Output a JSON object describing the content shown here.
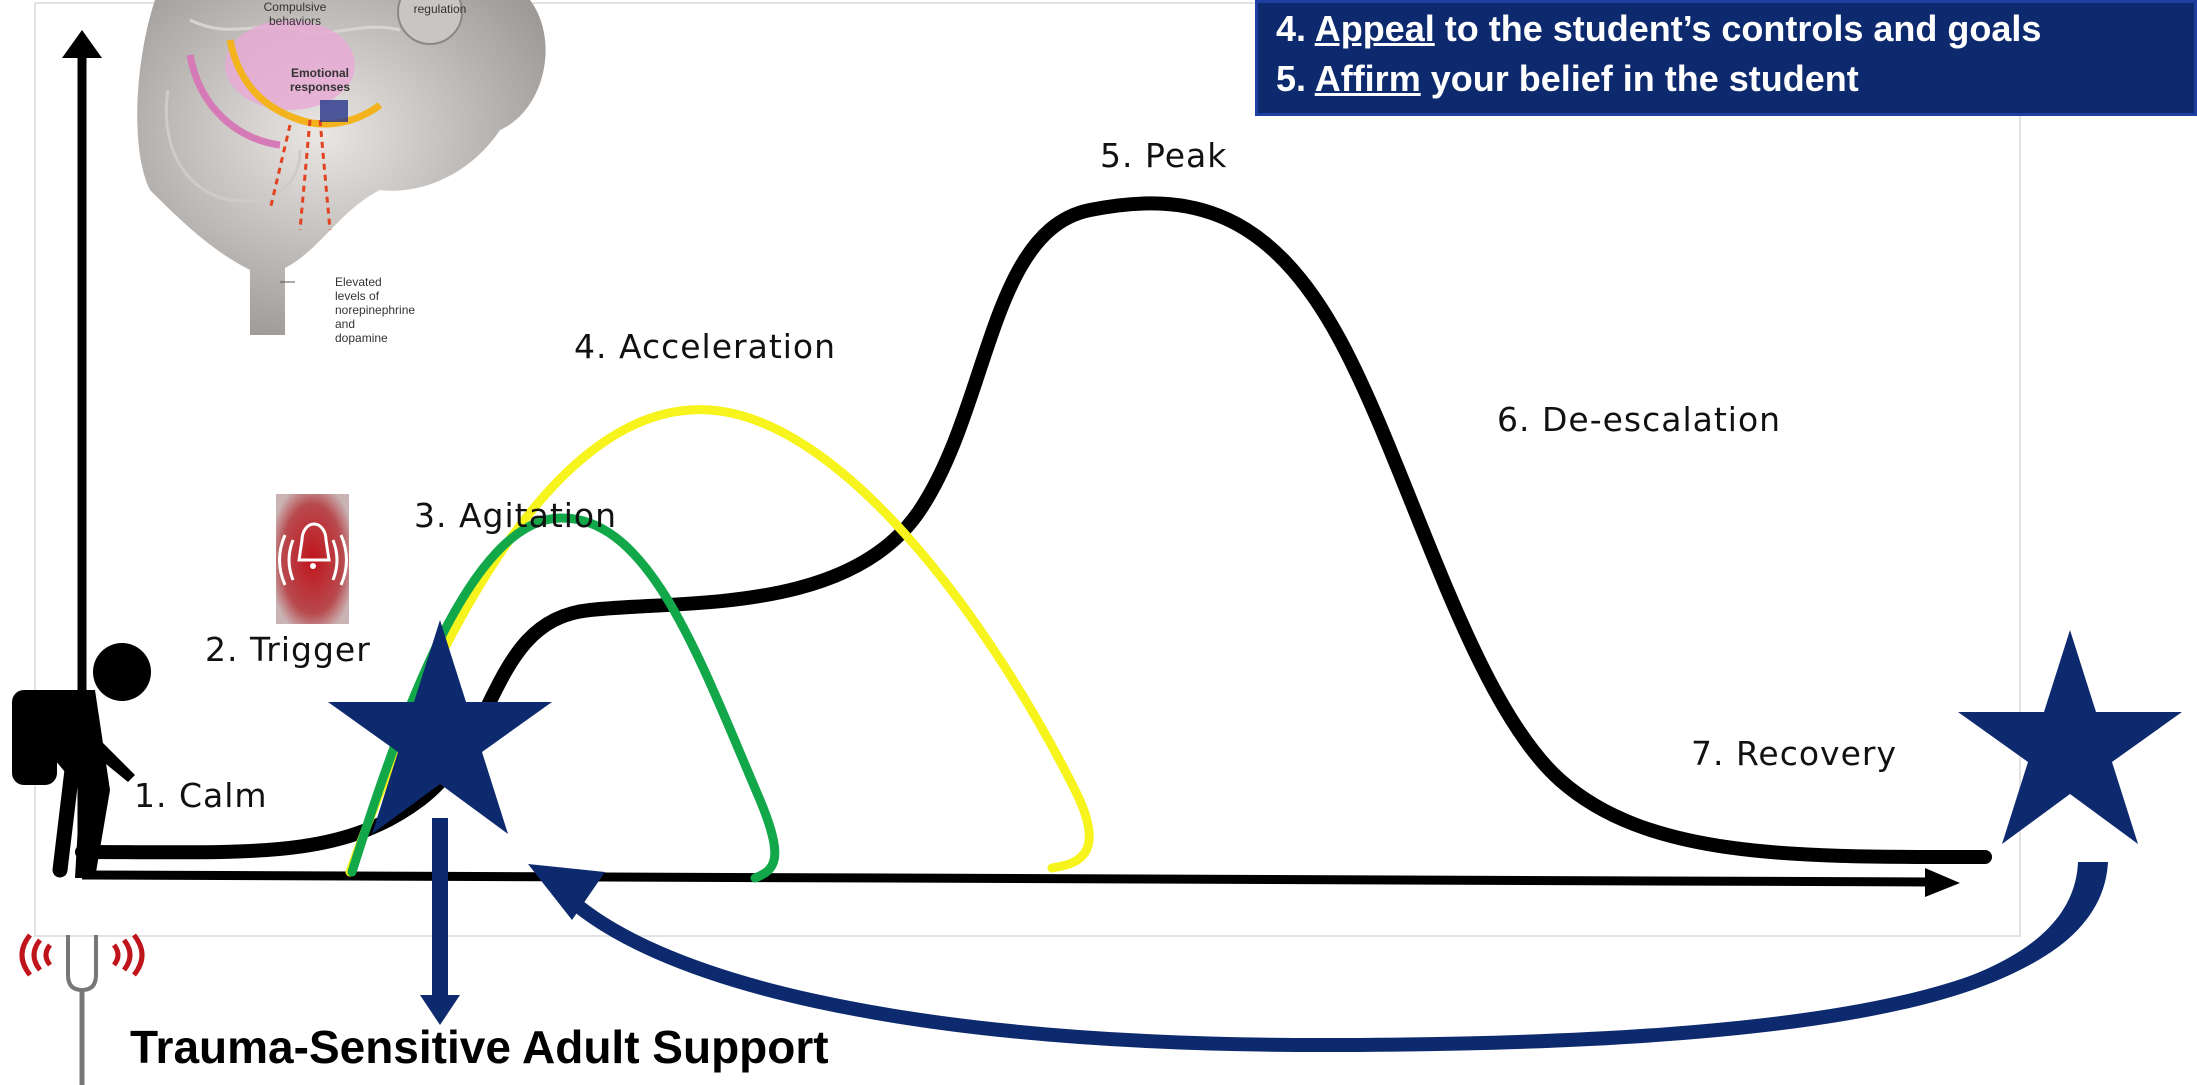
{
  "callout": {
    "lines": [
      {
        "num": "4. ",
        "keyword": "Appeal",
        "rest": " to the student’s controls and goals"
      },
      {
        "num": "5. ",
        "keyword": "Affirm",
        "rest": " your belief in the student"
      }
    ]
  },
  "stages": {
    "calm": "1. Calm",
    "trigger": "2. Trigger",
    "agitation": "3. Agitation",
    "acceleration": "4. Acceleration",
    "peak": "5. Peak",
    "deescalation": "6. De-escalation",
    "recovery": "7. Recovery"
  },
  "support_caption": "Trauma-Sensitive Adult Support",
  "brain_image": {
    "labels": {
      "compulsive": "Compulsive behaviors",
      "regulation": "regulation",
      "emotional": "Emotional responses",
      "elevated": "Elevated levels of norepinephrine and dopamine"
    }
  },
  "icons": {
    "student": "student-with-backpack-icon",
    "alarm": "alarm-bell-icon",
    "tuning_fork": "vibrating-tuning-fork-icon",
    "star": "star-icon"
  },
  "colors": {
    "navy": "#0e2a6f",
    "green": "#12a84a",
    "yellow": "#f7f31c",
    "curve": "#000000",
    "alarm_red": "#c0141c"
  }
}
